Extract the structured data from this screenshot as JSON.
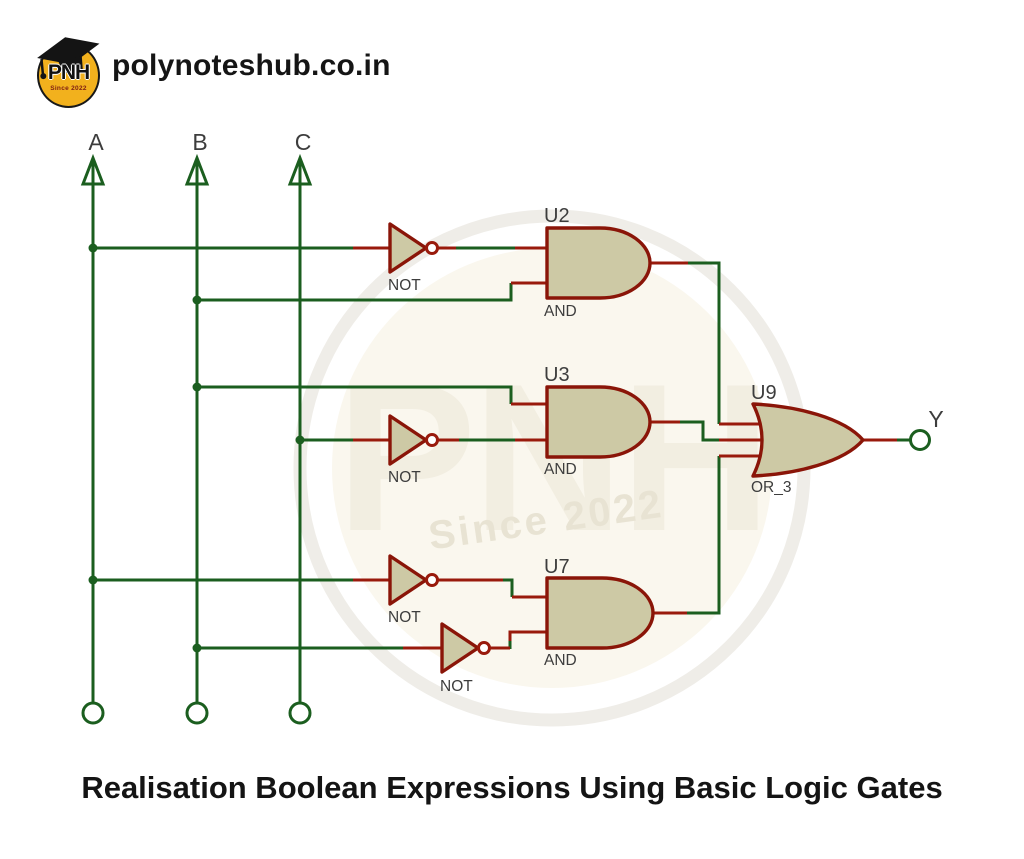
{
  "header": {
    "site": "polynoteshub.co.in",
    "logo": {
      "text": "PNH",
      "since": "Since 2022"
    }
  },
  "watermark": {
    "text": "PNH",
    "since": "Since 2022"
  },
  "caption": "Realisation Boolean Expressions Using Basic Logic Gates",
  "circuit": {
    "inputs": [
      "A",
      "B",
      "C"
    ],
    "output": "Y",
    "not_label": "NOT",
    "gates": {
      "u2": {
        "ref": "U2",
        "type": "AND"
      },
      "u3": {
        "ref": "U3",
        "type": "AND"
      },
      "u7": {
        "ref": "U7",
        "type": "AND"
      },
      "u9": {
        "ref": "U9",
        "type": "OR_3"
      }
    }
  },
  "colors": {
    "wire_green": "#1b5e1f",
    "wire_red": "#991a0c",
    "gate_fill": "#cdc9a5",
    "gate_outline": "#8a1508",
    "label": "#3d3d3d",
    "brand_yellow": "#f2b11d"
  }
}
